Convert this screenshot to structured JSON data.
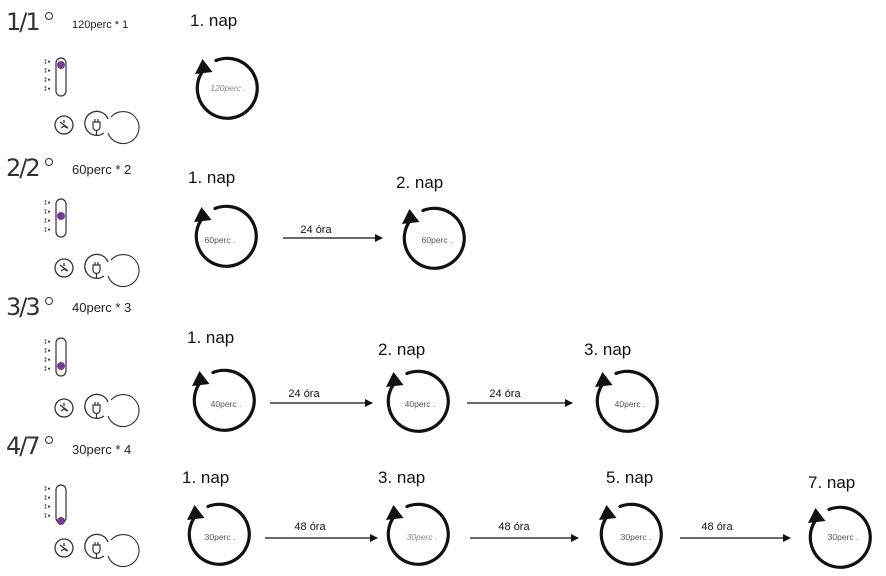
{
  "colors": {
    "accent": "#7a3a97",
    "ink": "#111111"
  },
  "schedules": [
    {
      "fraction": "1/1",
      "label": "120perc * 1",
      "setting_level": 1,
      "days": [
        {
          "label": "1. nap",
          "circle_text": "120perc ."
        }
      ],
      "intervals": []
    },
    {
      "fraction": "2/2",
      "label": "60perc * 2",
      "setting_level": 2,
      "days": [
        {
          "label": "1. nap",
          "circle_text": "60perc ."
        },
        {
          "label": "2. nap",
          "circle_text": "60perc ."
        }
      ],
      "intervals": [
        "24 óra"
      ]
    },
    {
      "fraction": "3/3",
      "label": "40perc * 3",
      "setting_level": 3,
      "days": [
        {
          "label": "1. nap",
          "circle_text": "40perc ."
        },
        {
          "label": "2. nap",
          "circle_text": "40perc ."
        },
        {
          "label": "3. nap",
          "circle_text": "40perc ."
        }
      ],
      "intervals": [
        "24 óra",
        "24 óra"
      ]
    },
    {
      "fraction": "4/7",
      "label": "30perc * 4",
      "setting_level": 4,
      "days": [
        {
          "label": "1. nap",
          "circle_text": "30perc ."
        },
        {
          "label": "3. nap",
          "circle_text": "30perc ."
        },
        {
          "label": "5. nap",
          "circle_text": "30perc ."
        },
        {
          "label": "7. nap",
          "circle_text": "30perc ."
        }
      ],
      "intervals": [
        "48 óra",
        "48 óra",
        "48 óra"
      ]
    }
  ]
}
